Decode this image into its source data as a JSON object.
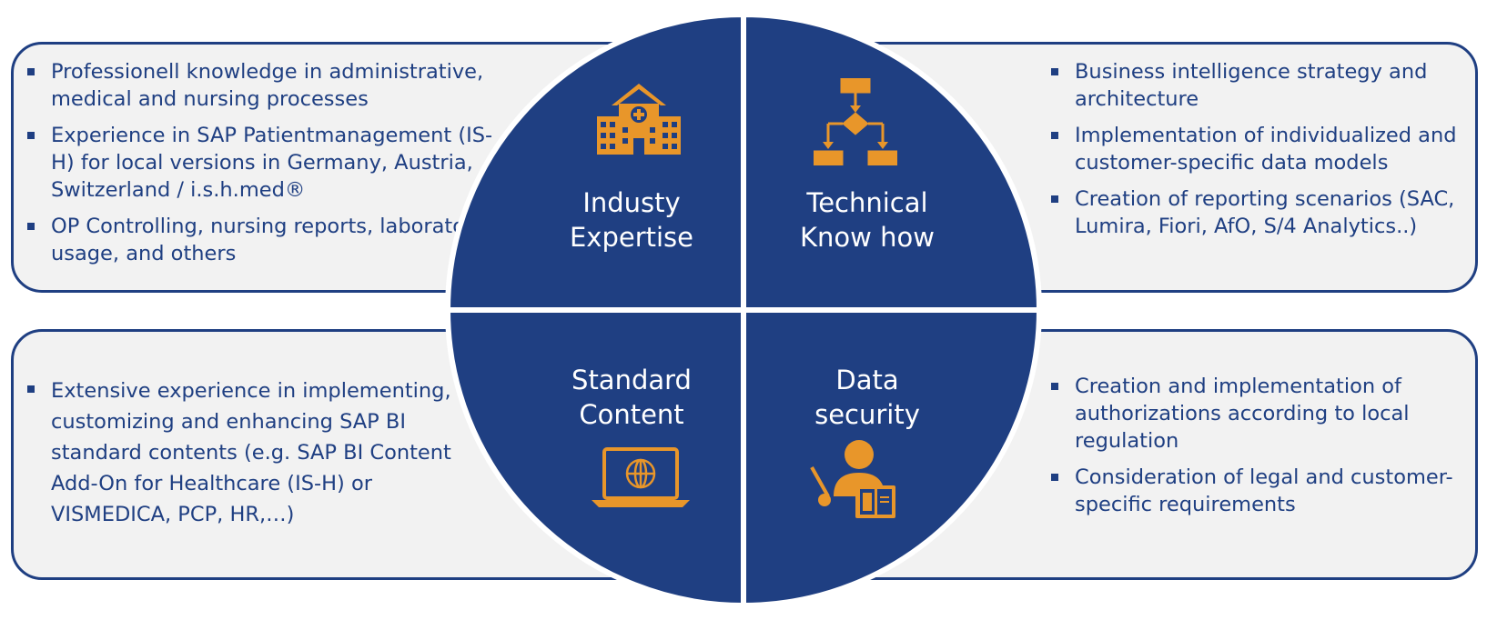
{
  "quadrants": {
    "industry": {
      "label_line1": "Industy",
      "label_line2": "Expertise",
      "icon": "hospital-icon",
      "bullets": [
        "Professionell knowledge in administrative, medical and nursing processes",
        "Experience in SAP Patientmanagement (IS-H) for local versions in Germany, Austria, Switzerland / i.s.h.med®",
        "OP Controlling, nursing reports, laboratory usage, and others"
      ]
    },
    "technical": {
      "label_line1": "Technical",
      "label_line2": "Know how",
      "icon": "flowchart-icon",
      "bullets": [
        "Business intelligence strategy and architecture",
        "Implementation of individualized and customer-specific data models",
        "Creation of reporting scenarios (SAC, Lumira, Fiori, AfO, S/4 Analytics..)"
      ]
    },
    "standard": {
      "label_line1": "Standard",
      "label_line2": "Content",
      "icon": "laptop-globe-icon",
      "bullets": [
        "Extensive experience in implementing, customizing and enhancing SAP BI standard contents (e.g. SAP BI Content Add-On for Healthcare (IS-H) or VISMEDICA, PCP, HR,…)"
      ]
    },
    "security": {
      "label_line1": "Data",
      "label_line2": "security",
      "icon": "teacher-presentation-icon",
      "bullets": [
        "Creation and implementation of authorizations according to local regulation",
        "Consideration of legal and customer-specific requirements"
      ]
    }
  },
  "colors": {
    "navy": "#1f3f82",
    "orange": "#e8962a",
    "panel_bg": "#f2f2f2"
  }
}
